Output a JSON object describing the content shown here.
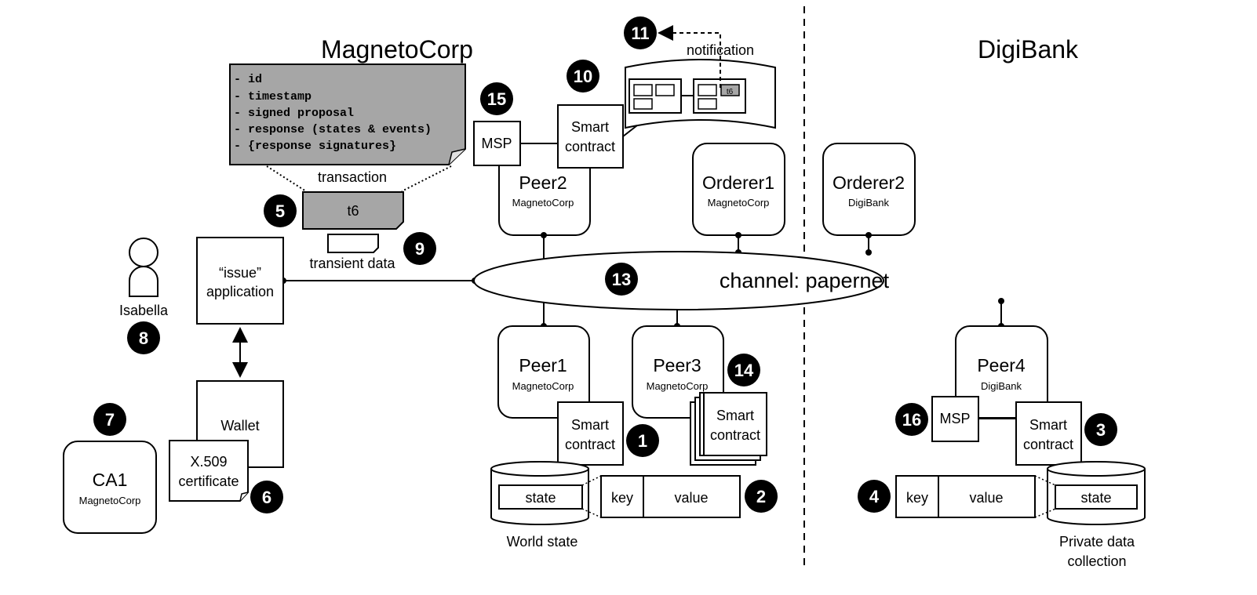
{
  "orgs": {
    "magnetocorp": "MagnetoCorp",
    "digibank": "DigiBank"
  },
  "transaction": {
    "fields": [
      "- id",
      "- timestamp",
      "- signed proposal",
      "- response (states & events)",
      "- {response signatures}"
    ],
    "label": "transaction",
    "id": "t6",
    "transient_label": "transient data"
  },
  "notification_label": "notification",
  "ledger_block_tx": "t6",
  "msp_label": "MSP",
  "smart_contract": {
    "line1": "Smart",
    "line2": "contract"
  },
  "peers": {
    "peer1": {
      "name": "Peer1",
      "org": "MagnetoCorp"
    },
    "peer2": {
      "name": "Peer2",
      "org": "MagnetoCorp"
    },
    "peer3": {
      "name": "Peer3",
      "org": "MagnetoCorp"
    },
    "peer4": {
      "name": "Peer4",
      "org": "DigiBank"
    }
  },
  "orderers": {
    "orderer1": {
      "name": "Orderer1",
      "org": "MagnetoCorp"
    },
    "orderer2": {
      "name": "Orderer2",
      "org": "DigiBank"
    }
  },
  "channel_label": "channel: papernet",
  "application": {
    "line1": "“issue”",
    "line2": "application"
  },
  "user_name": "Isabella",
  "wallet_label": "Wallet",
  "certificate": {
    "line1": "X.509",
    "line2": "certificate"
  },
  "ca": {
    "name": "CA1",
    "org": "MagnetoCorp"
  },
  "world_state": {
    "state": "state",
    "key": "key",
    "value": "value",
    "label": "World state"
  },
  "private_data": {
    "state": "state",
    "key": "key",
    "value": "value",
    "line1": "Private data",
    "line2": "collection"
  },
  "badges": [
    "1",
    "2",
    "3",
    "4",
    "5",
    "6",
    "7",
    "8",
    "9",
    "10",
    "11",
    "13",
    "14",
    "15",
    "16"
  ]
}
